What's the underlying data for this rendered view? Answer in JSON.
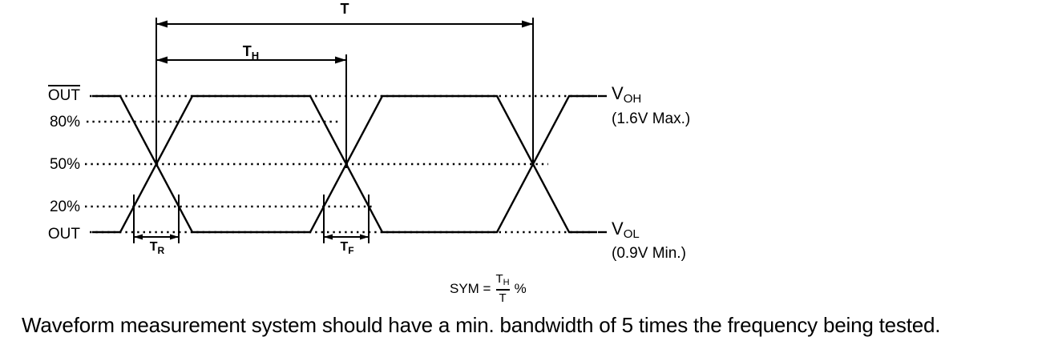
{
  "figure": {
    "dimensions": {
      "period": "T",
      "high_time": {
        "base": "T",
        "sub": "H"
      },
      "rise_time": {
        "base": "T",
        "sub": "R"
      },
      "fall_time": {
        "base": "T",
        "sub": "F"
      }
    },
    "levels": {
      "out_bar": "OUT",
      "pct80": "80%",
      "pct50": "50%",
      "pct20": "20%",
      "out": "OUT"
    },
    "voltages": {
      "voh": {
        "base": "V",
        "sub": "OH"
      },
      "voh_value": "(1.6V Max.)",
      "vol": {
        "base": "V",
        "sub": "OL"
      },
      "vol_value": "(0.9V Min.)"
    },
    "formula": {
      "lhs": "SYM =",
      "num": {
        "base": "T",
        "sub": "H"
      },
      "den": "T",
      "pct": "%"
    }
  },
  "note": "Waveform measurement system should have a min. bandwidth of 5 times the frequency being tested.",
  "colors": {
    "ink": "#000000",
    "background": "#ffffff"
  }
}
